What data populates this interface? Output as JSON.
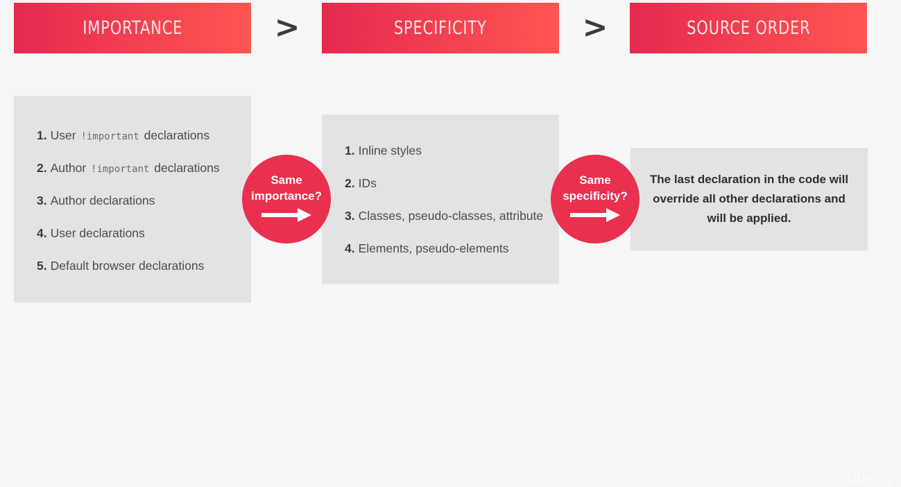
{
  "headers": {
    "importance": "IMPORTANCE",
    "specificity": "SPECIFICITY",
    "source_order": "SOURCE ORDER"
  },
  "separators": [
    ">",
    ">"
  ],
  "importance_list": [
    {
      "num": "1.",
      "pre": "User",
      "code": "!important",
      "post": "declarations"
    },
    {
      "num": "2.",
      "pre": "Author",
      "code": "!important",
      "post": "declarations"
    },
    {
      "num": "3.",
      "text": "Author declarations"
    },
    {
      "num": "4.",
      "text": "User declarations"
    },
    {
      "num": "5.",
      "text": "Default browser declarations"
    }
  ],
  "specificity_list": [
    {
      "num": "1.",
      "text": "Inline styles"
    },
    {
      "num": "2.",
      "text": "IDs"
    },
    {
      "num": "3.",
      "text": "Classes, pseudo-classes, attribute"
    },
    {
      "num": "4.",
      "text": "Elements, pseudo-elements"
    }
  ],
  "circles": {
    "importance": {
      "line1": "Same",
      "line2": "importance?"
    },
    "specificity": {
      "line1": "Same",
      "line2": "specificity?"
    }
  },
  "source_order_text": "The last declaration in the code will override all other declarations and will be applied.",
  "watermark": "udemy",
  "colors": {
    "header_gradient_start": "#e5294f",
    "header_gradient_end": "#ff5652",
    "circle": "#e9304e",
    "box": "#e3e3e3",
    "background": "#f6f6f6"
  }
}
